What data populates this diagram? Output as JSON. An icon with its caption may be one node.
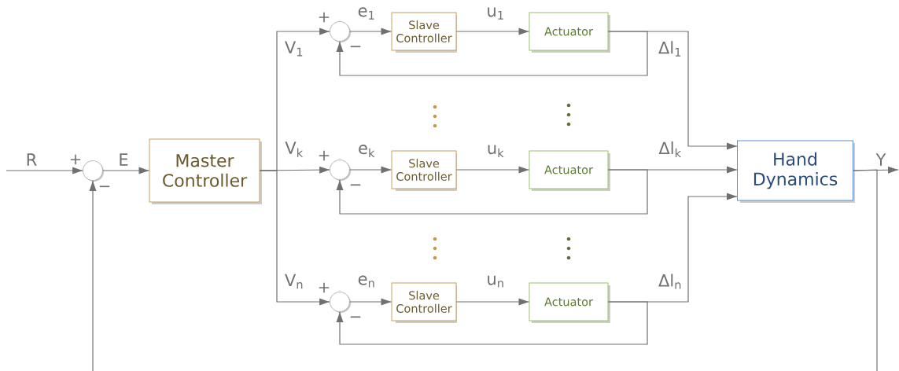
{
  "diagram": {
    "nodes": [
      {
        "text": [],
        "shape": "circle"
      },
      {
        "text": [
          "Master Controller"
        ]
      },
      {
        "text": [],
        "shape": "circle"
      },
      {
        "text": [
          "Slave Controller"
        ]
      },
      {
        "text": [
          "Actuator"
        ]
      },
      {
        "text": [],
        "shape": "circle"
      },
      {
        "text": [
          "Slave Controller"
        ]
      },
      {
        "text": [
          "Actuator"
        ]
      },
      {
        "text": [],
        "shape": "circle"
      },
      {
        "text": [
          "Slave Controller"
        ]
      },
      {
        "text": [
          "Actuator"
        ]
      },
      {
        "text": [
          "Hand Dynamics"
        ]
      }
    ],
    "edges": [
      {
        "from": null,
        "to": 0,
        "arrow": "to",
        "label": "R"
      },
      {
        "from": 0,
        "to": 1,
        "arrow": "to",
        "label": "E"
      },
      {
        "from": 1,
        "to": 2,
        "arrow": "to",
        "label": "V$_{1}$"
      },
      {
        "from": 1,
        "to": 5,
        "arrow": "to",
        "label": "V$_{k}$"
      },
      {
        "from": 1,
        "to": 8,
        "arrow": "to",
        "label": "V$_{n}$"
      },
      {
        "from": 2,
        "to": 3,
        "arrow": "to",
        "label": "e$_{1}$"
      },
      {
        "from": 3,
        "to": 4,
        "arrow": "to",
        "label": "u$_{1}$"
      },
      {
        "from": 4,
        "to": 2,
        "arrow": "to"
      },
      {
        "from": 4,
        "to": 11,
        "arrow": "to",
        "label": "Δl$_{1}$"
      },
      {
        "from": 5,
        "to": 6,
        "arrow": "to",
        "label": "e$_{k}$"
      },
      {
        "from": 6,
        "to": 7,
        "arrow": "to",
        "label": "u$_{k}$"
      },
      {
        "from": 7,
        "to": 5,
        "arrow": "to"
      },
      {
        "from": 7,
        "to": 11,
        "arrow": "to",
        "label": "Δl$_{k}$"
      },
      {
        "from": 8,
        "to": 9,
        "arrow": "to",
        "label": "e$_{n}$"
      },
      {
        "from": 9,
        "to": 10,
        "arrow": "to",
        "label": "u$_{n}$"
      },
      {
        "from": 10,
        "to": 8,
        "arrow": "to"
      },
      {
        "from": 10,
        "to": 11,
        "arrow": "to",
        "label": "Δl$_{n}$"
      },
      {
        "from": 11,
        "to": null,
        "arrow": "to",
        "label": "Y"
      },
      {
        "from": 11,
        "to": 0,
        "arrow": "to"
      }
    ],
    "labels": [
      "+",
      "−",
      "+",
      "−",
      "+",
      "−",
      "+",
      "−"
    ]
  }
}
